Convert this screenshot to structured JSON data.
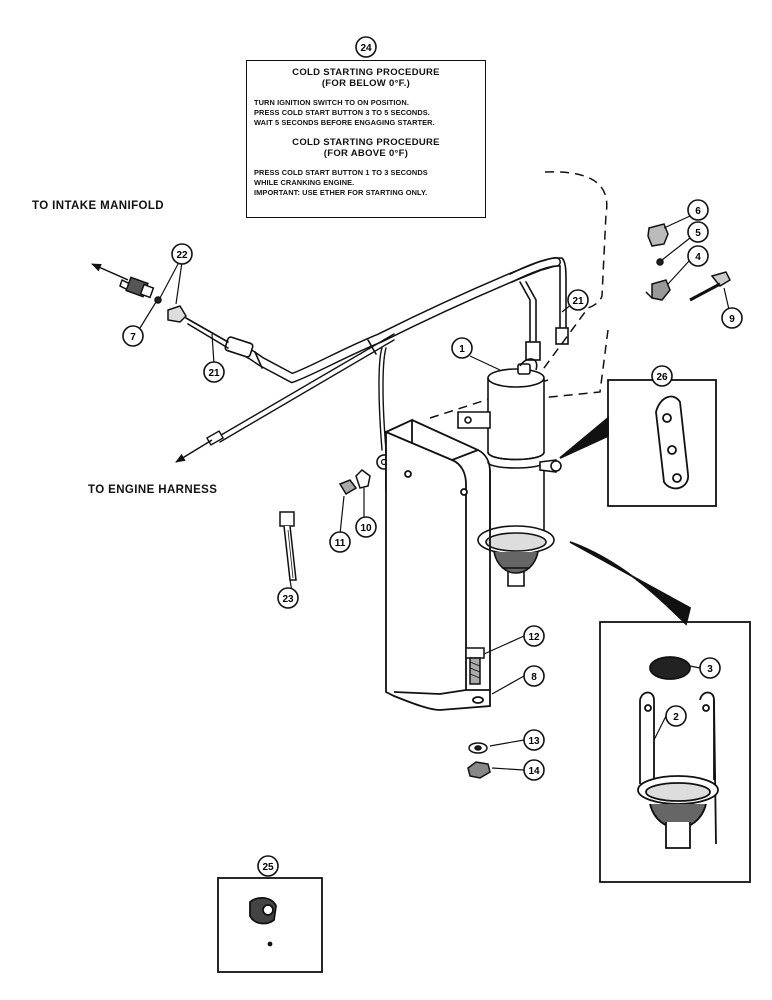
{
  "decal": {
    "procedure_below": {
      "title": "COLD STARTING PROCEDURE",
      "condition": "(FOR BELOW 0°F.)",
      "lines": [
        "TURN IGNITION SWITCH TO ON POSITION.",
        "PRESS COLD START BUTTON 3 TO 5 SECONDS.",
        "WAIT 5 SECONDS BEFORE ENGAGING STARTER."
      ]
    },
    "procedure_above": {
      "title": "COLD STARTING PROCEDURE",
      "condition": "(FOR ABOVE 0°F)",
      "lines": [
        "PRESS COLD START BUTTON 1 TO 3 SECONDS",
        "WHILE CRANKING ENGINE.",
        "IMPORTANT: USE ETHER FOR STARTING ONLY."
      ]
    }
  },
  "labels": {
    "intake": "TO INTAKE MANIFOLD",
    "engine": "TO ENGINE HARNESS"
  },
  "callouts": [
    "24",
    "22",
    "7",
    "21",
    "21",
    "6",
    "5",
    "4",
    "9",
    "1",
    "26",
    "10",
    "11",
    "23",
    "12",
    "8",
    "3",
    "2",
    "13",
    "14",
    "25"
  ]
}
